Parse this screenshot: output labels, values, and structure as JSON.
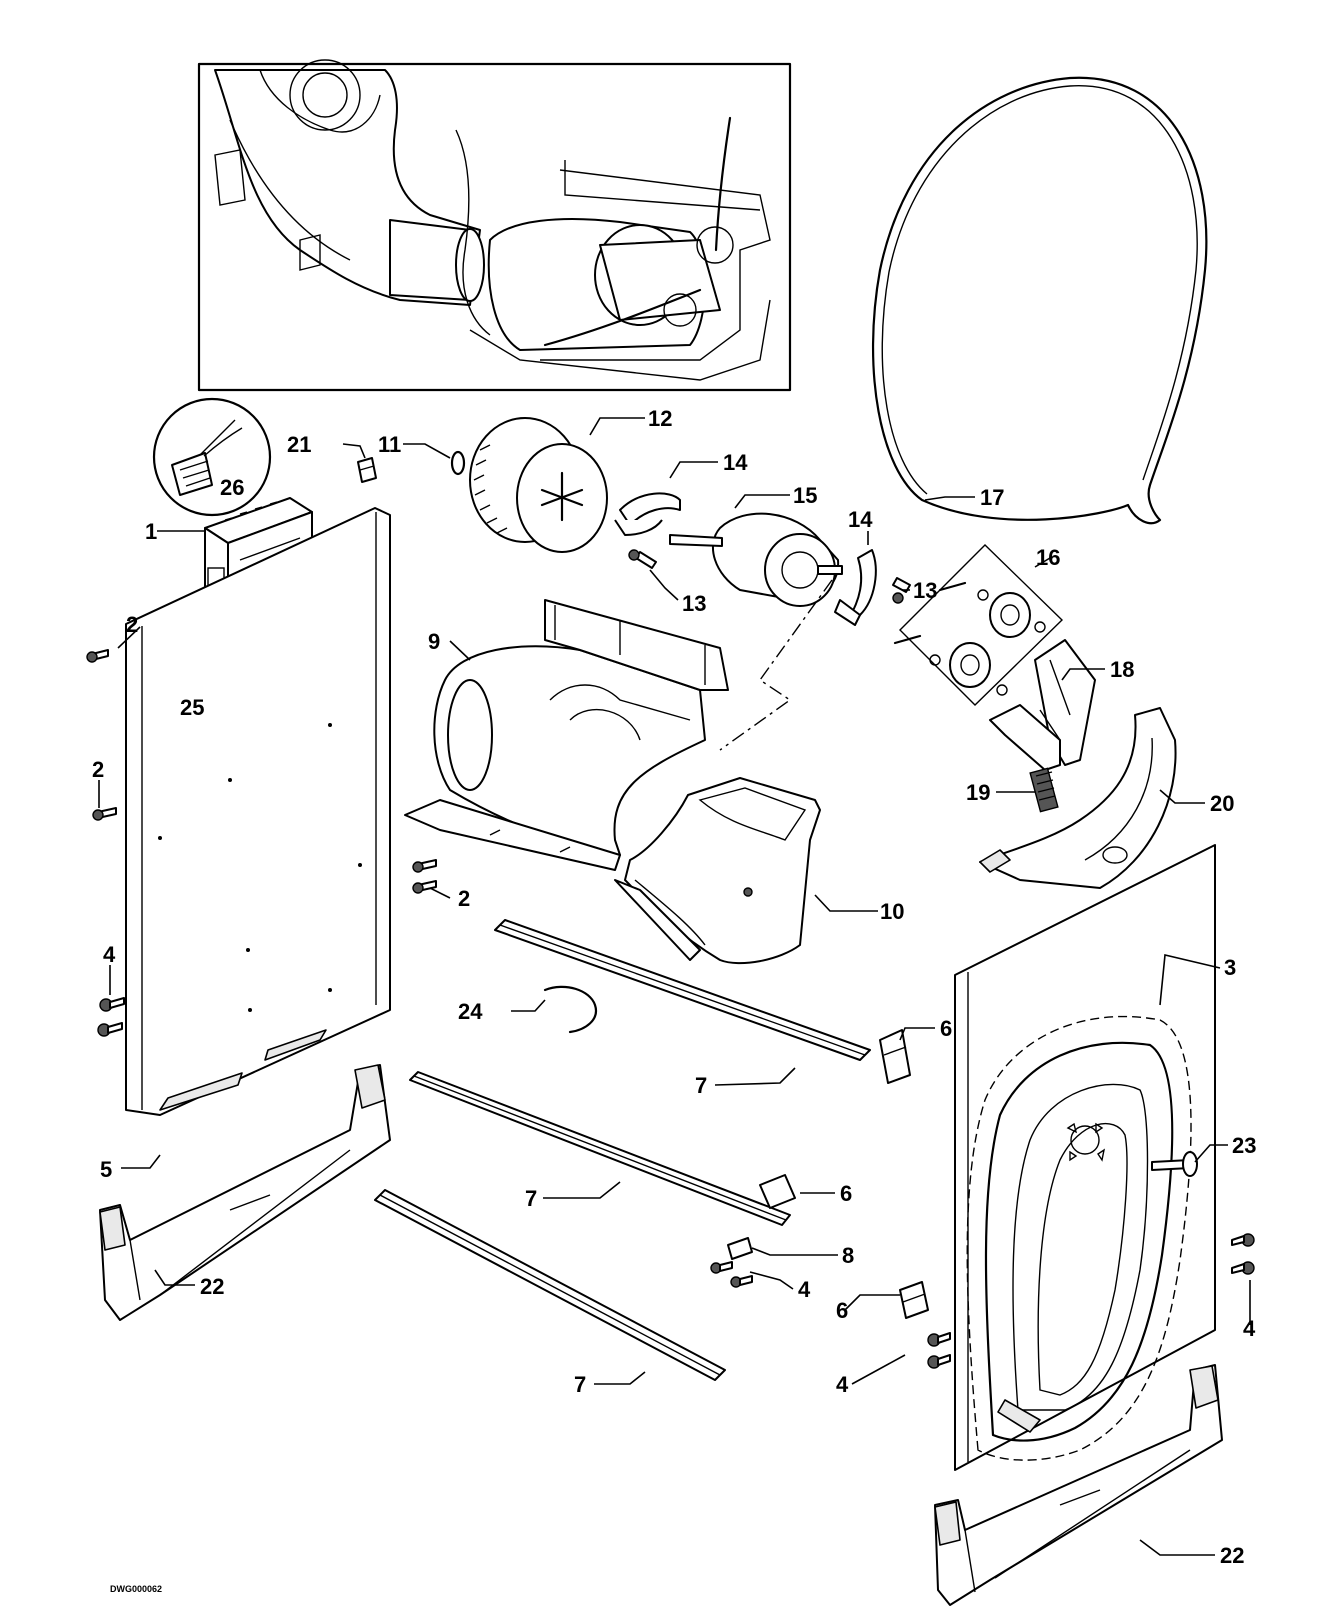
{
  "drawing_code": "DWG000062",
  "callouts": [
    {
      "id": "c1",
      "text": "1"
    },
    {
      "id": "c2a",
      "text": "2"
    },
    {
      "id": "c2b",
      "text": "2"
    },
    {
      "id": "c2c",
      "text": "2"
    },
    {
      "id": "c3",
      "text": "3"
    },
    {
      "id": "c4a",
      "text": "4"
    },
    {
      "id": "c4b",
      "text": "4"
    },
    {
      "id": "c4c",
      "text": "4"
    },
    {
      "id": "c4d",
      "text": "4"
    },
    {
      "id": "c5",
      "text": "5"
    },
    {
      "id": "c6a",
      "text": "6"
    },
    {
      "id": "c6b",
      "text": "6"
    },
    {
      "id": "c6c",
      "text": "6"
    },
    {
      "id": "c7a",
      "text": "7"
    },
    {
      "id": "c7b",
      "text": "7"
    },
    {
      "id": "c7c",
      "text": "7"
    },
    {
      "id": "c8",
      "text": "8"
    },
    {
      "id": "c9",
      "text": "9"
    },
    {
      "id": "c10",
      "text": "10"
    },
    {
      "id": "c11",
      "text": "11"
    },
    {
      "id": "c12",
      "text": "12"
    },
    {
      "id": "c13a",
      "text": "13"
    },
    {
      "id": "c13b",
      "text": "13"
    },
    {
      "id": "c14a",
      "text": "14"
    },
    {
      "id": "c14b",
      "text": "14"
    },
    {
      "id": "c15",
      "text": "15"
    },
    {
      "id": "c16",
      "text": "16"
    },
    {
      "id": "c17",
      "text": "17"
    },
    {
      "id": "c18",
      "text": "18"
    },
    {
      "id": "c19",
      "text": "19"
    },
    {
      "id": "c20",
      "text": "20"
    },
    {
      "id": "c21",
      "text": "21"
    },
    {
      "id": "c22a",
      "text": "22"
    },
    {
      "id": "c22b",
      "text": "22"
    },
    {
      "id": "c23",
      "text": "23"
    },
    {
      "id": "c24",
      "text": "24"
    },
    {
      "id": "c25",
      "text": "25"
    },
    {
      "id": "c26",
      "text": "26"
    }
  ]
}
